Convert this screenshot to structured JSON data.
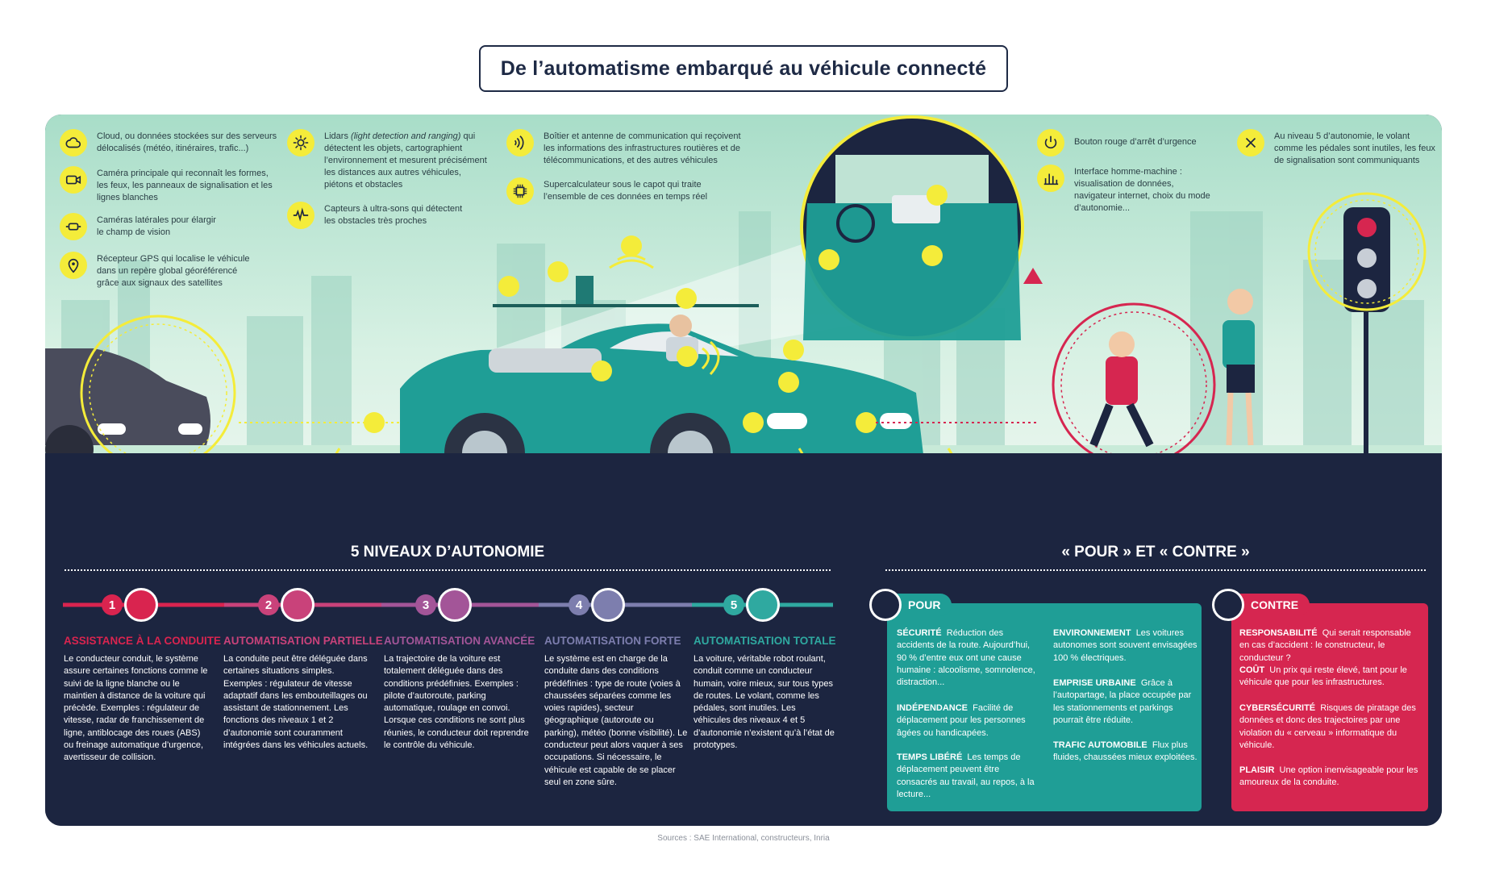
{
  "title": "De l’automatisme embarqué au véhicule connecté",
  "legend": [
    {
      "icon": "cloud-icon",
      "text": "Cloud, ou données stockées sur des serveurs délocalisés (météo, itinéraires, trafic...)"
    },
    {
      "icon": "camera-icon",
      "text": "Caméra principale qui reconnaît les formes, les feux, les panneaux de signalisation et les lignes blanches"
    },
    {
      "icon": "side-camera-icon",
      "text": "Caméras latérales pour élargir le champ de vision"
    },
    {
      "icon": "gps-pin-icon",
      "text": "Récepteur GPS qui localise le véhicule dans un repère global géoréférencé grâce aux signaux des satellites"
    },
    {
      "icon": "lidar-icon",
      "text_a": "Lidars ",
      "text_b": "(light detection and ranging)",
      "text_c": " qui détectent les objets, cartographient l’environnement et mesurent précisément les distances aux autres véhicules, piétons et obstacles"
    },
    {
      "icon": "ultrasound-icon",
      "text": "Capteurs à ultra-sons qui détectent les obstacles très proches"
    },
    {
      "icon": "antenna-icon",
      "text": "Boîtier et antenne de communication qui reçoivent les informations des infrastructures routières et de télécommunications, et des autres véhicules"
    },
    {
      "icon": "chip-icon",
      "text": "Supercalculateur sous le capot qui traite l’ensemble de ces données en temps réel"
    },
    {
      "icon": "power-icon",
      "text": "Bouton rouge d’arrêt d’urgence"
    },
    {
      "icon": "bar-chart-icon",
      "text": "Interface homme-machine : visualisation de données, navigateur internet, choix du mode d’autonomie..."
    },
    {
      "icon": "close-x-icon",
      "text": "Au niveau 5 d’autonomie, le volant comme les pédales sont inutiles, les feux de signalisation sont communiquants"
    }
  ],
  "levels_title": "5 NIVEAUX D’AUTONOMIE",
  "levels": [
    {
      "num": "1",
      "title": "ASSISTANCE À LA CONDUITE",
      "color": "#d9244f",
      "text": "Le conducteur conduit, le système assure certaines fonctions comme le suivi de la ligne blanche ou le maintien à distance de la voiture qui précède. Exemples : régulateur de vitesse, radar de franchissement de ligne, antiblocage des roues (ABS) ou freinage automatique d’urgence, avertisseur de collision."
    },
    {
      "num": "2",
      "title": "AUTOMATISATION PARTIELLE",
      "color": "#c9427a",
      "text": "La conduite peut être déléguée dans certaines situations simples. Exemples : régulateur de vitesse adaptatif dans les embouteillages ou assistant de stationnement. Les fonctions des niveaux 1 et 2 d’autonomie sont couramment intégrées dans les véhicules actuels."
    },
    {
      "num": "3",
      "title": "AUTOMATISATION AVANCÉE",
      "color": "#a35598",
      "text": "La trajectoire de la voiture est totalement déléguée dans des conditions prédéfinies. Exemples : pilote d’autoroute, parking automatique, roulage en convoi. Lorsque ces conditions ne sont plus réunies, le conducteur doit reprendre le contrôle du véhicule."
    },
    {
      "num": "4",
      "title": "AUTOMATISATION FORTE",
      "color": "#7d7eae",
      "text": "Le système est en charge de la conduite dans des conditions prédéfinies : type de route (voies à chaussées séparées comme les voies rapides), secteur géographique (autoroute ou parking), météo (bonne visibilité). Le conducteur peut alors vaquer à ses occupations. Si nécessaire, le véhicule est capable de se placer seul en zone sûre."
    },
    {
      "num": "5",
      "title": "AUTOMATISATION TOTALE",
      "color": "#2fa9a0",
      "text": "La voiture, véritable robot roulant, conduit comme un conducteur humain, voire mieux, sur tous types de routes. Le volant, comme les pédales, sont inutiles. Les véhicules des niveaux 4 et 5 d’autonomie n’existent qu’à l’état de prototypes."
    }
  ],
  "procon_title": "« POUR » ET « CONTRE »",
  "pour": {
    "label": "POUR",
    "col1": [
      {
        "k": "SÉCURITÉ",
        "v": "Réduction des accidents de la route. Aujourd’hui, 90 % d’entre eux ont une cause humaine : alcoolisme, somnolence, distraction..."
      },
      {
        "k": "INDÉPENDANCE",
        "v": "Facilité de déplacement pour les personnes âgées ou handicapées."
      },
      {
        "k": "TEMPS LIBÉRÉ",
        "v": "Les temps de déplacement peuvent être consacrés au travail, au repos, à la lecture..."
      }
    ],
    "col2": [
      {
        "k": "ENVIRONNEMENT",
        "v": "Les voitures autonomes sont souvent envisagées 100 % électriques."
      },
      {
        "k": "EMPRISE URBAINE",
        "v": "Grâce à l’autopartage, la place occupée par les stationnements et parkings pourrait être réduite."
      },
      {
        "k": "TRAFIC AUTOMOBILE",
        "v": "Flux plus fluides, chaussées mieux exploitées."
      }
    ]
  },
  "contre": {
    "label": "CONTRE",
    "items": [
      {
        "k": "RESPONSABILITÉ",
        "v": "Qui serait responsable en cas d’accident : le constructeur, le conducteur ?"
      },
      {
        "k": "COÛT",
        "v": "Un prix qui reste élevé, tant pour le véhicule que pour les infrastructures."
      },
      {
        "k": "CYBERSÉCURITÉ",
        "v": "Risques de piratage des données et donc des trajectoires par une violation du « cerveau » informatique du véhicule."
      },
      {
        "k": "PLAISIR",
        "v": "Une option inenvisageable pour les amoureux de la conduite."
      }
    ]
  },
  "sources": "Sources : SAE International, constructeurs, Inria",
  "colors": {
    "navy": "#1c2540",
    "teal": "#1f9e96",
    "red": "#d62650",
    "yellow": "#f4ec3a",
    "car": "#1f9e96"
  }
}
